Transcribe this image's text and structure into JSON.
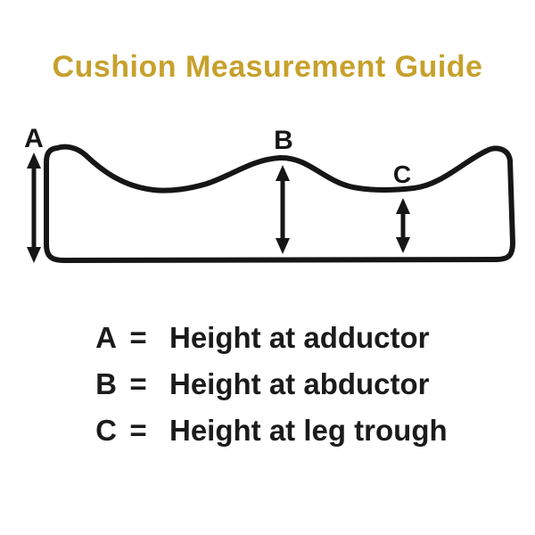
{
  "title": "Cushion Measurement Guide",
  "colors": {
    "title_gold": "#C7A12C",
    "line_black": "#161616",
    "text_black": "#1B1B1B",
    "background": "#FFFFFF"
  },
  "diagram": {
    "label_a": "A",
    "label_b": "B",
    "label_c": "C"
  },
  "legend": {
    "rows": [
      {
        "letter": "A",
        "equals": "=",
        "description": "Height at adductor"
      },
      {
        "letter": "B",
        "equals": "=",
        "description": "Height at abductor"
      },
      {
        "letter": "C",
        "equals": "=",
        "description": "Height at leg trough"
      }
    ]
  }
}
